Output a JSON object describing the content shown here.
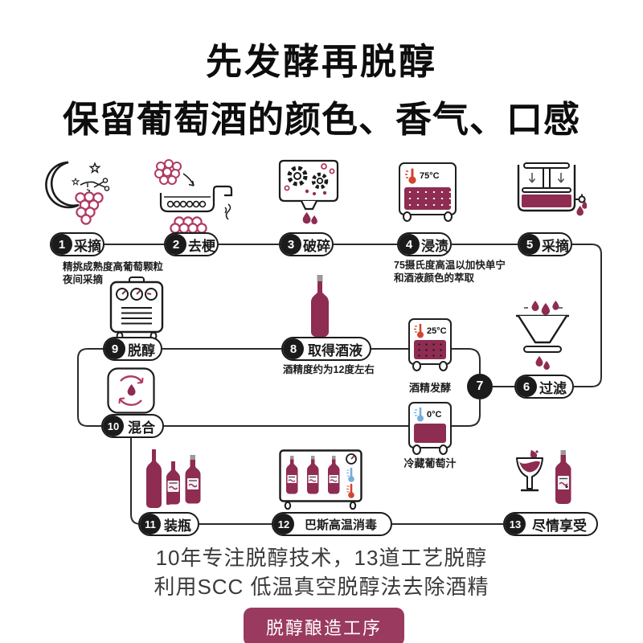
{
  "title": {
    "line1": "先发酵再脱醇",
    "line2": "保留葡萄酒的颜色、香气、口感"
  },
  "steps": [
    {
      "num": "1",
      "label": "采摘",
      "caption": [
        "精挑成熟度高葡萄颗粒",
        "夜间采摘"
      ]
    },
    {
      "num": "2",
      "label": "去梗"
    },
    {
      "num": "3",
      "label": "破碎"
    },
    {
      "num": "4",
      "label": "浸渍",
      "caption": [
        "75摄氏度高温以加快单宁",
        "和酒液颜色的萃取"
      ]
    },
    {
      "num": "5",
      "label": "采摘"
    },
    {
      "num": "6",
      "label": "过滤"
    },
    {
      "num": "7",
      "label": ""
    },
    {
      "num": "8",
      "label": "取得酒液",
      "caption": [
        "酒精度约为12度左右"
      ]
    },
    {
      "num": "9",
      "label": "脱醇"
    },
    {
      "num": "10",
      "label": "混合"
    },
    {
      "num": "11",
      "label": "装瓶"
    },
    {
      "num": "12",
      "label": "巴斯高温消毒"
    },
    {
      "num": "13",
      "label": "尽情享受"
    }
  ],
  "tanks": {
    "maceration": {
      "temp": "75°C"
    },
    "ferment": {
      "temp": "25°C",
      "label": "酒精发酵"
    },
    "cold": {
      "temp": "0°C",
      "label": "冷藏葡萄汁"
    }
  },
  "footer": {
    "line1": "10年专注脱醇技术，13道工艺脱醇",
    "line2": "利用SCC 低温真空脱醇法去除酒精",
    "button_label": "脱醇酿造工序"
  },
  "colors": {
    "maroon": "#8e2c52",
    "grape_pink": "#b03a64",
    "hot_red": "#d2452f",
    "cold_blue": "#74aedd",
    "line_black": "#2b2b2b",
    "button_maroon": "#9a3a5e"
  }
}
